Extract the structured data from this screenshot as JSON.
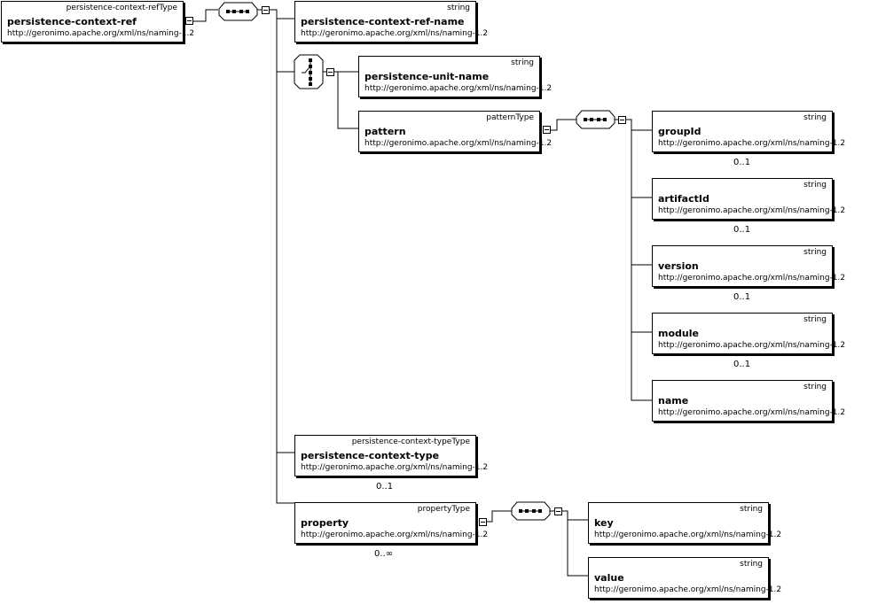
{
  "root": {
    "type": "persistence-context-refType",
    "name": "persistence-context-ref",
    "ns": "http://geronimo.apache.org/xml/ns/naming-1.2"
  },
  "ref_name": {
    "type": "string",
    "name": "persistence-context-ref-name",
    "ns": "http://geronimo.apache.org/xml/ns/naming-1.2"
  },
  "unit_name": {
    "type": "string",
    "name": "persistence-unit-name",
    "ns": "http://geronimo.apache.org/xml/ns/naming-1.2"
  },
  "pattern": {
    "type": "patternType",
    "name": "pattern",
    "ns": "http://geronimo.apache.org/xml/ns/naming-1.2"
  },
  "group_id": {
    "type": "string",
    "name": "groupId",
    "ns": "http://geronimo.apache.org/xml/ns/naming-1.2",
    "card": "0..1"
  },
  "artifact_id": {
    "type": "string",
    "name": "artifactId",
    "ns": "http://geronimo.apache.org/xml/ns/naming-1.2",
    "card": "0..1"
  },
  "version": {
    "type": "string",
    "name": "version",
    "ns": "http://geronimo.apache.org/xml/ns/naming-1.2",
    "card": "0..1"
  },
  "module": {
    "type": "string",
    "name": "module",
    "ns": "http://geronimo.apache.org/xml/ns/naming-1.2",
    "card": "0..1"
  },
  "name_el": {
    "type": "string",
    "name": "name",
    "ns": "http://geronimo.apache.org/xml/ns/naming-1.2"
  },
  "ctx_type": {
    "type": "persistence-context-typeType",
    "name": "persistence-context-type",
    "ns": "http://geronimo.apache.org/xml/ns/naming-1.2",
    "card": "0..1"
  },
  "property": {
    "type": "propertyType",
    "name": "property",
    "ns": "http://geronimo.apache.org/xml/ns/naming-1.2",
    "card": "0..∞"
  },
  "key": {
    "type": "string",
    "name": "key",
    "ns": "http://geronimo.apache.org/xml/ns/naming-1.2"
  },
  "value": {
    "type": "string",
    "name": "value",
    "ns": "http://geronimo.apache.org/xml/ns/naming-1.2"
  }
}
